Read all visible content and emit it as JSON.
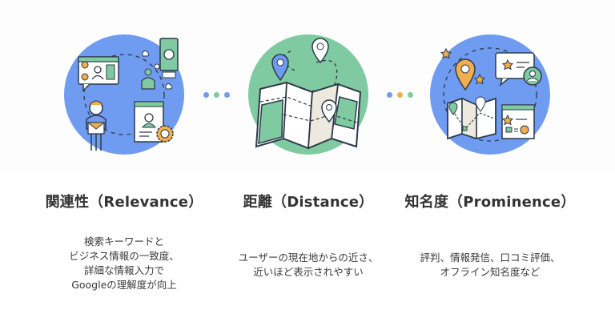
{
  "colors": {
    "blue": "#6f9cf0",
    "green": "#7fcaa0",
    "orange": "#f2ad4c",
    "dark": "#2d3a4a",
    "text": "#333333"
  },
  "connectors": [
    {
      "dots": [
        "#6f9cf0",
        "#7fcaa0",
        "#6f9cf0"
      ]
    },
    {
      "dots": [
        "#6f9cf0",
        "#f2ad4c",
        "#7fcaa0"
      ]
    }
  ],
  "factors": [
    {
      "icon": "relevance-illustration",
      "title": "関連性（Relevance）",
      "description_lines": [
        "検索キーワードと",
        "ビジネス情報の一致度、",
        "詳細な情報入力で",
        "Googleの理解度が向上"
      ]
    },
    {
      "icon": "distance-map-illustration",
      "title": "距離（Distance）",
      "description_lines": [
        "ユーザーの現在地からの近さ、",
        "近いほど表示されやすい"
      ]
    },
    {
      "icon": "prominence-illustration",
      "title": "知名度（Prominence）",
      "description_lines": [
        "評判、情報発信、口コミ評価、",
        "オフライン知名度など"
      ]
    }
  ]
}
